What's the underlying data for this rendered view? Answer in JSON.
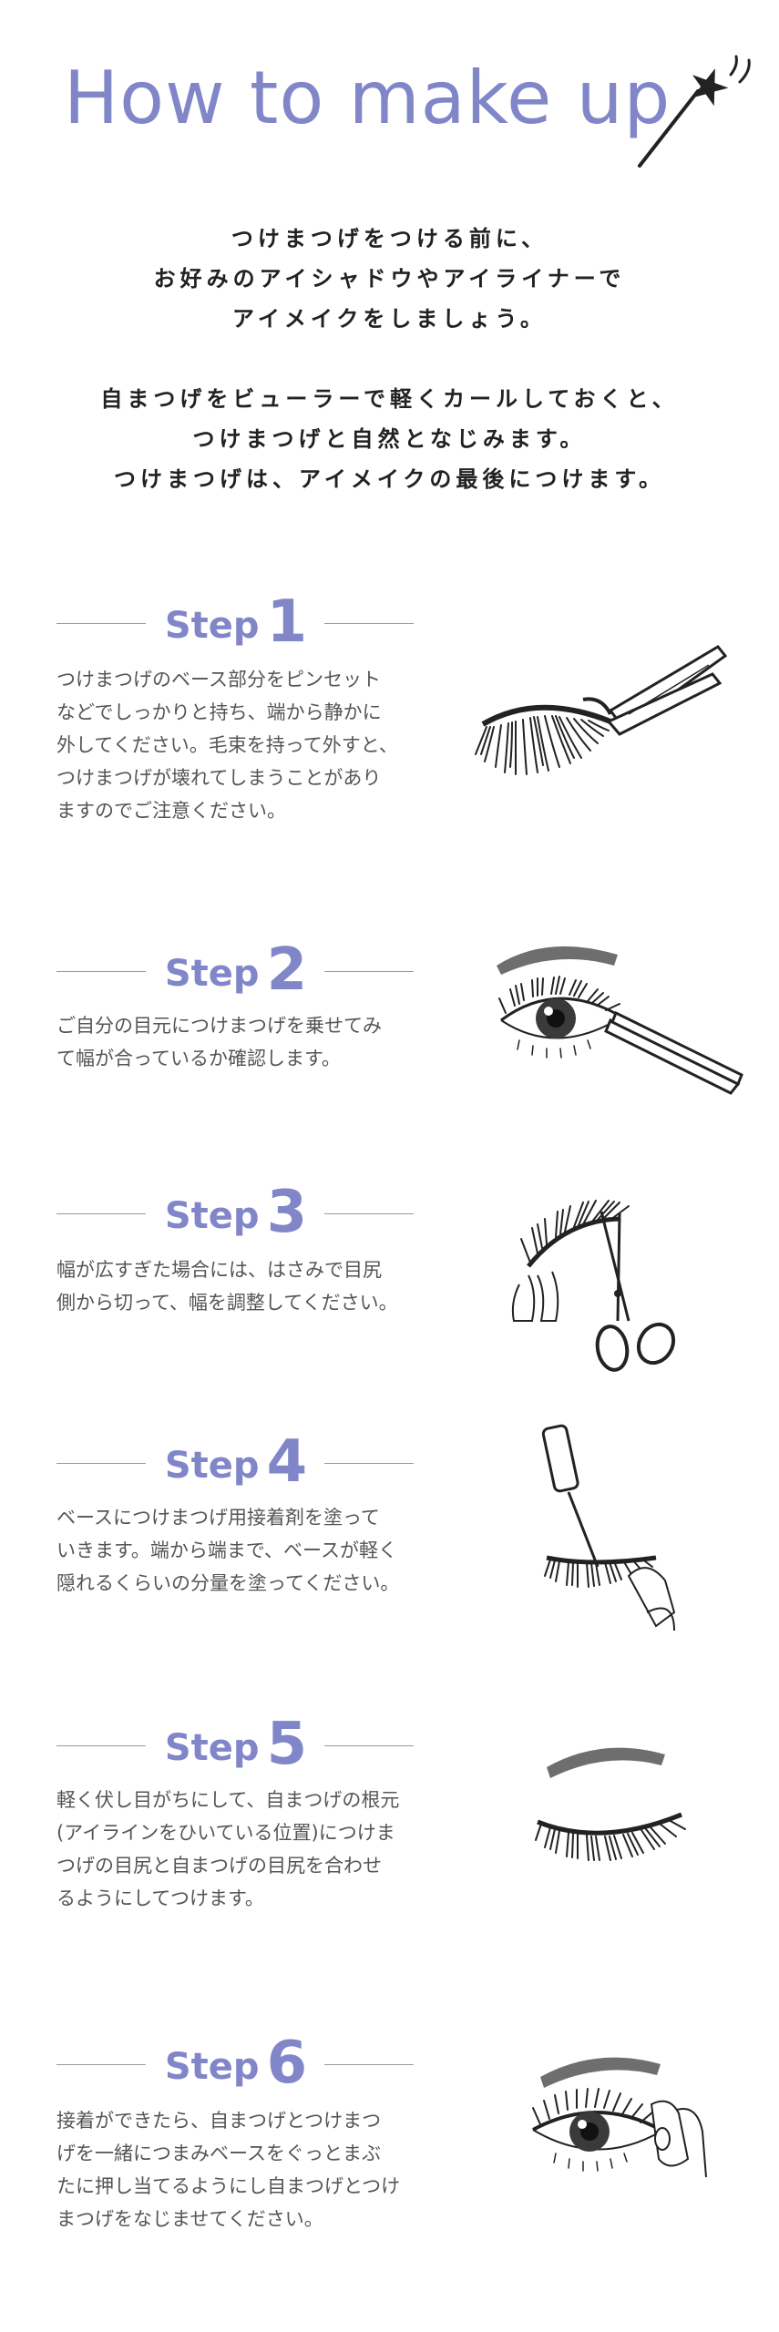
{
  "header": {
    "title": "How to make up"
  },
  "intro": {
    "para1": [
      "つけまつげをつける前に、",
      "お好みのアイシャドウやアイライナーで",
      "アイメイクをしましょう。"
    ],
    "para2": [
      "自まつげをビューラーで軽くカールしておくと、",
      "つけまつげと自然となじみます。",
      "つけまつげは、アイメイクの最後につけます。"
    ]
  },
  "steps": [
    {
      "word": "Step",
      "num": "1",
      "lines": [
        "つけまつげのベース部分をピンセット",
        "などでしっかりと持ち、端から静かに",
        "外してください。毛束を持って外すと、",
        "つけまつげが壊れてしまうことがあり",
        "ますのでご注意ください。"
      ]
    },
    {
      "word": "Step",
      "num": "2",
      "lines": [
        "ご自分の目元につけまつげを乗せてみ",
        "て幅が合っているか確認します。"
      ]
    },
    {
      "word": "Step",
      "num": "3",
      "lines": [
        "幅が広すぎた場合には、はさみで目尻",
        "側から切って、幅を調整してください。"
      ]
    },
    {
      "word": "Step",
      "num": "4",
      "lines": [
        "ベースにつけまつげ用接着剤を塗って",
        "いきます。端から端まで、ベースが軽く",
        "隠れるくらいの分量を塗ってください。"
      ]
    },
    {
      "word": "Step",
      "num": "5",
      "lines": [
        "軽く伏し目がちにして、自まつげの根元",
        "(アイラインをひいている位置)につけま",
        "つげの目尻と自まつげの目尻を合わせ",
        "るようにしてつけます。"
      ]
    },
    {
      "word": "Step",
      "num": "6",
      "lines": [
        "接着ができたら、自まつげとつけまつ",
        "げを一緒につまみベースをぐっとまぶ",
        "たに押し当てるようにし自まつげとつけ",
        "まつげをなじませてください。"
      ]
    }
  ],
  "colors": {
    "accent": "#8186c8",
    "text": "#555555",
    "brow": "#6e6e6e"
  }
}
